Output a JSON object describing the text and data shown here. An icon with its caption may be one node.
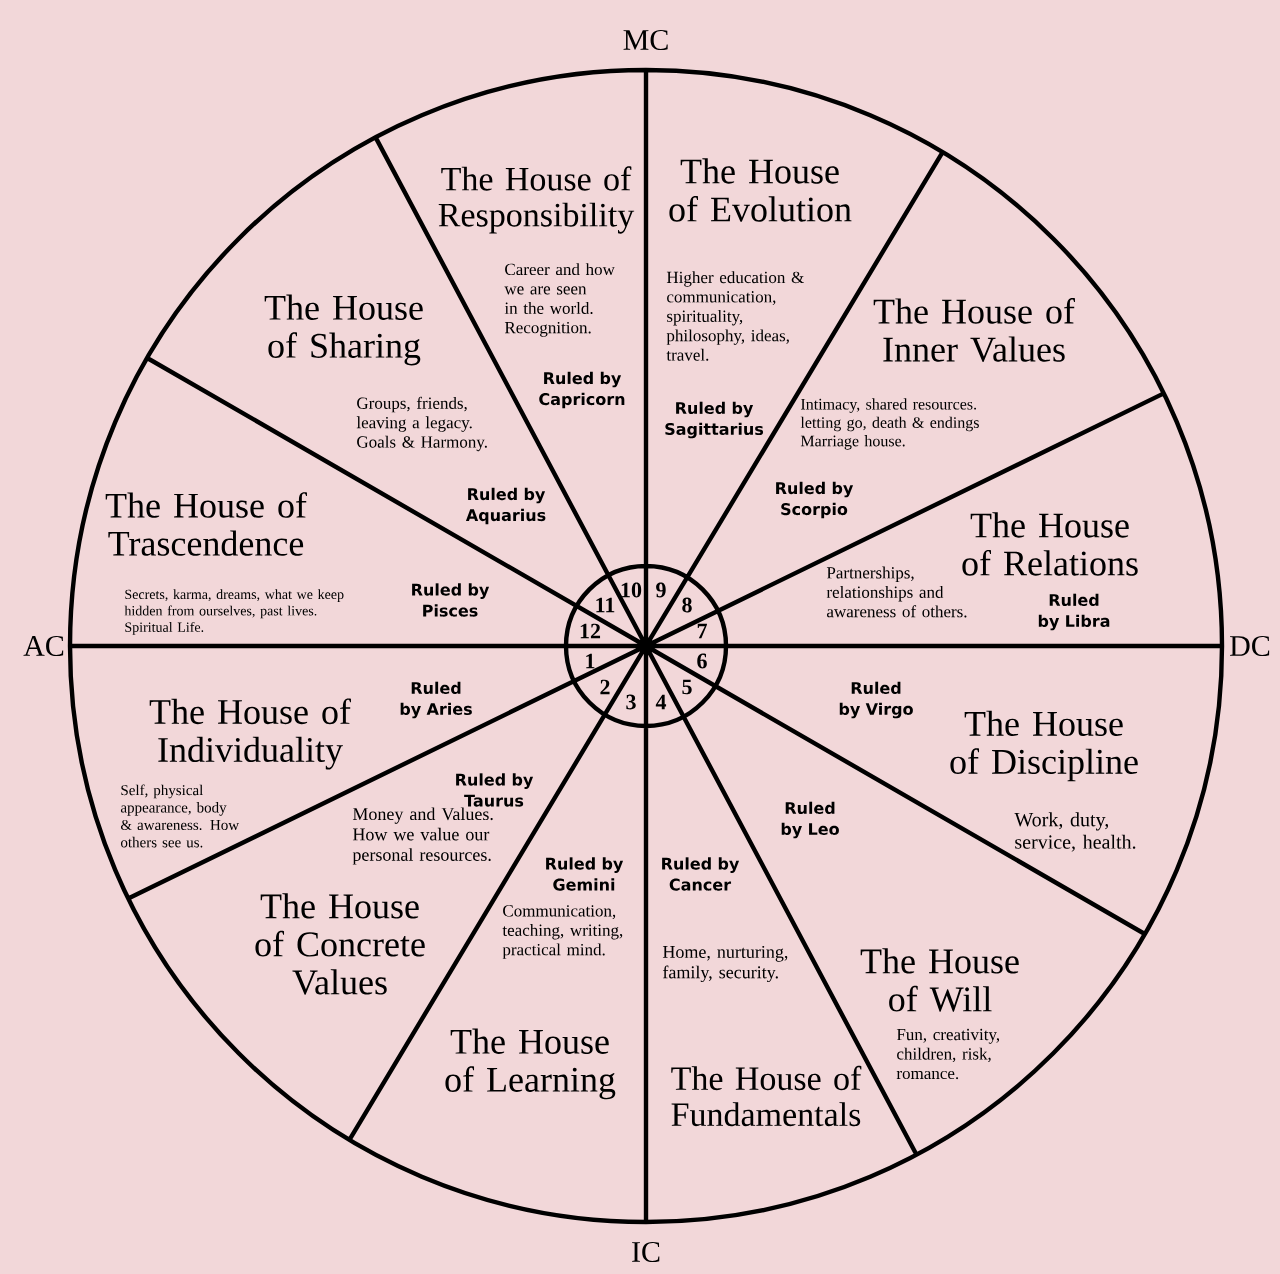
{
  "diagram": {
    "nodes": [
      {
        "text": [
          "Ruled by Aries",
          "The House of Individuality",
          "Self, physical appearance, body & awareness. How others see us."
        ]
      },
      {
        "text": [
          "Ruled by Taurus",
          "Money and Values. How we value our personal resources.",
          "The House of Concrete Values"
        ]
      },
      {
        "text": [
          "Ruled by Gemini",
          "Communication, teaching, writing, practical mind.",
          "The House of Learning"
        ]
      },
      {
        "text": [
          "Ruled by Cancer",
          "Home, nurturing, family, security.",
          "The House of Fundamentals"
        ]
      },
      {
        "text": [
          "Ruled by Leo",
          "The House of Will",
          "Fun, creativity, children, risk, romance."
        ]
      },
      {
        "text": [
          "Ruled by Virgo",
          "The House of Discipline",
          "Work, duty, service, health."
        ]
      },
      {
        "text": [
          "The House of Relations",
          "Partnerships, relationships and awareness of others.",
          "Ruled by Libra"
        ]
      },
      {
        "text": [
          "The House of Inner Values",
          "Intimacy, shared resources. letting go, death & endings Marriage house.",
          "Ruled by Scorpio"
        ]
      },
      {
        "text": [
          "The House of Evolution",
          "Higher education & communication, spirituality, philosophy, ideas, travel.",
          "Ruled by Sagittarius"
        ]
      },
      {
        "text": [
          "The House of Responsibility",
          "Career and how we are seen in the world. Recognition.",
          "Ruled by Capricorn"
        ]
      },
      {
        "text": [
          "The House of Sharing",
          "Groups, friends, leaving a legacy. Goals & Harmony.",
          "Ruled by Aquarius"
        ]
      },
      {
        "text": [
          "The House of Trascendence",
          "Secrets, karma, dreams, what we keep hidden from ourselves, past lives. Spiritual Life.",
          "Ruled by Pisces"
        ]
      }
    ],
    "labels": [
      "MC",
      "AC",
      "DC",
      "IC",
      "1",
      "2",
      "3",
      "4",
      "5",
      "6",
      "7",
      "8",
      "9",
      "10",
      "11",
      "12"
    ]
  }
}
